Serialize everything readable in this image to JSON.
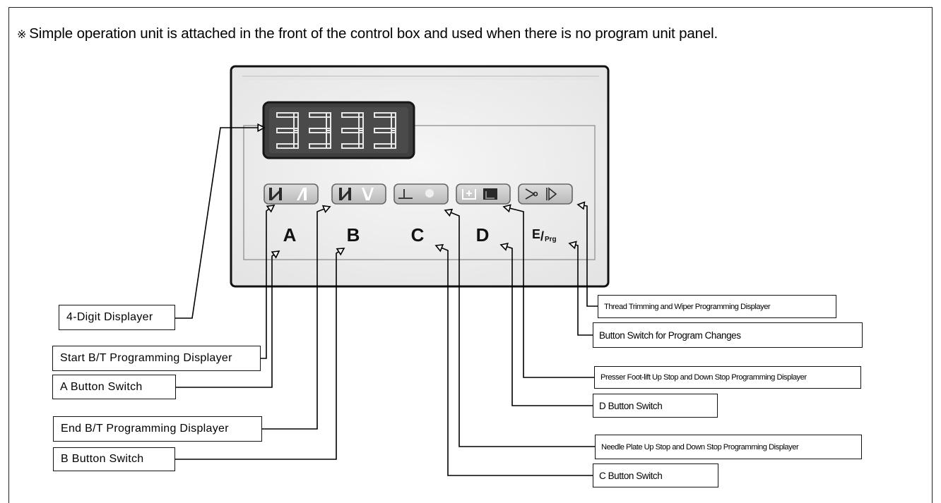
{
  "note": {
    "mark": "※",
    "text": "Simple operation unit is attached in the front of the control box and used when there is no program unit panel."
  },
  "panel": {
    "display_digits": "3333",
    "button_letters": [
      "A",
      "B",
      "C",
      "D"
    ],
    "e_prg_label": {
      "e": "E",
      "slash": "/",
      "prg": "Prg"
    }
  },
  "labels": {
    "four_digit_displayer": "4-Digit Displayer",
    "start_bt_displayer": "Start B/T Programming Displayer",
    "a_button": "A Button Switch",
    "end_bt_displayer": "End B/T Programming Displayer",
    "b_button": "B Button Switch",
    "thread_trimming_displayer": "Thread Trimming and Wiper Programming Displayer",
    "program_change_button": "Button Switch for Program Changes",
    "presser_foot_displayer": "Presser Foot-lift Up Stop and Down Stop Programming Displayer",
    "d_button": "D Button Switch",
    "needle_plate_displayer": "Needle Plate Up Stop and Down Stop Programming Displayer",
    "c_button": "C Button Switch"
  },
  "icon_names": [
    "start-backtack-icon",
    "end-backtack-icon",
    "needle-stop-icon",
    "presser-foot-icon",
    "trimmer-wiper-icon",
    "leader-arrow-icon"
  ],
  "colors": {
    "panel_face": "#ececec",
    "panel_border": "#111111",
    "display_bg": "#3e3e3e",
    "segment": "#e9e9e9",
    "indicator": "#c9c9c9",
    "line": "#000000"
  }
}
